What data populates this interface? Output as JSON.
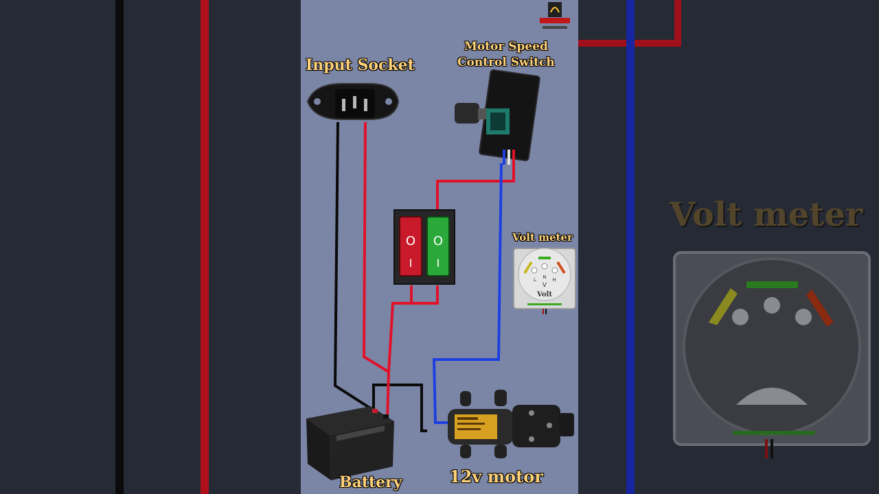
{
  "labels": {
    "input_socket": "Input Socket",
    "motor_speed_line1": "Motor Speed",
    "motor_speed_line2": "Control Switch",
    "volt_meter": "Volt meter",
    "battery": "Battery",
    "motor": "12v motor",
    "big_volt_meter": "Volt meter"
  },
  "meter": {
    "dial_text": "Volt",
    "letters": [
      "L",
      "N",
      "H"
    ],
    "unit": "V"
  },
  "switches": {
    "off_symbol": "O",
    "on_symbol": "I"
  },
  "colors": {
    "panel_bg": "#7b86a7",
    "wire_red": "#e0122a",
    "wire_black": "#0a0a0a",
    "wire_blue": "#1d3fe0",
    "label_text": "#ffd27a"
  }
}
